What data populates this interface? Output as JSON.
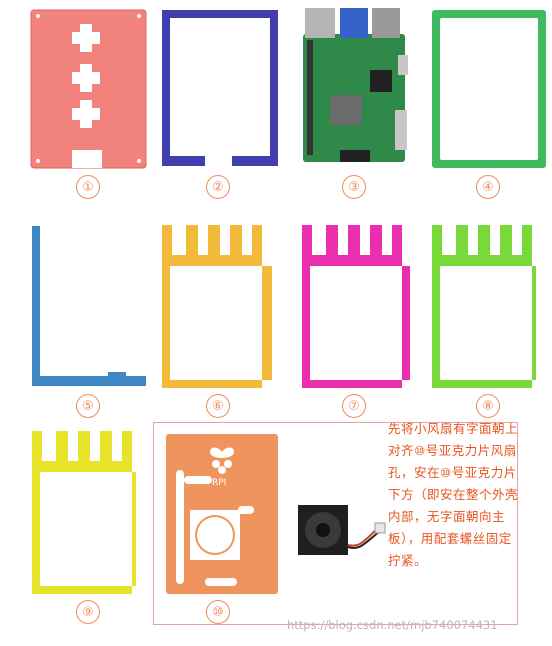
{
  "labels": {
    "n1": "①",
    "n2": "②",
    "n3": "③",
    "n4": "④",
    "n5": "⑤",
    "n6": "⑥",
    "n7": "⑦",
    "n8": "⑧",
    "n9": "⑨",
    "n10": "⑩"
  },
  "panel10_text": "RPI",
  "instruction": "先将小风扇有字面朝上对齐⑩号亚克力片风扇孔，安在⑩号亚克力片下方（即安在整个外壳内部，无字面朝向主板），用配套螺丝固定拧紧。",
  "watermark": "https://blog.csdn.net/mjb740074431",
  "colors": {
    "p1": "#f2837c",
    "p2": "#3f3fb2",
    "p4": "#3fba5f",
    "p5": "#3e87c4",
    "p6": "#f3b93a",
    "p7": "#ea2eae",
    "p8": "#79d93a",
    "p9": "#e6e32a",
    "p10": "#f0945e",
    "accent": "#e8541e"
  }
}
